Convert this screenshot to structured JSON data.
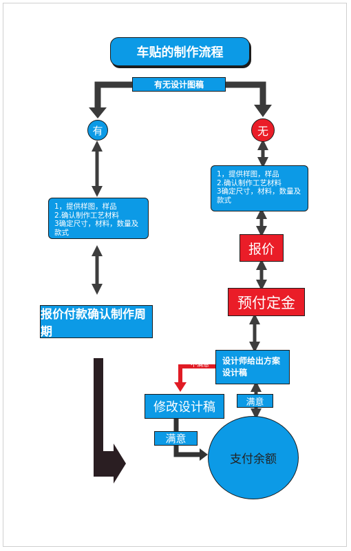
{
  "diagram": {
    "title": "车贴的制作流程",
    "question": "有无设计图稿",
    "branch_yes": "有",
    "branch_no": "无",
    "left_steps": "1，提供样图，样品\n2.确认制作工艺材料\n3确定尺寸，材料，数量及款式",
    "right_steps": "1，提供样图，样品\n2.确认制作工艺材料\n3确定尺寸，材料，数量及款式",
    "quote": "报价",
    "deposit": "预付定金",
    "pay_cycle": "报价付款确认制作周期",
    "designer": "设计师给出方案\n设计稿",
    "not_satisfied": "不满意",
    "revise": "修改设计稿",
    "satisfied_1": "满意",
    "satisfied_2": "满意",
    "final_payment": "支付余额"
  },
  "colors": {
    "blue": "#0c9ae6",
    "red": "#ea1d28",
    "arrow": "#3d3d3d",
    "dark_arrow": "#2a1e22"
  }
}
